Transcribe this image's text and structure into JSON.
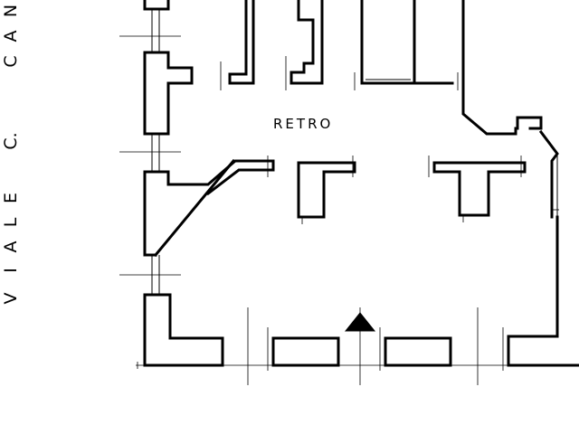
{
  "street_label": {
    "letters": [
      "V",
      "I",
      "A",
      "L",
      "E",
      "C.",
      "C",
      "A",
      "N"
    ]
  },
  "room_label": "RETRO",
  "colors": {
    "ink": "#000000",
    "paper": "#ffffff"
  }
}
